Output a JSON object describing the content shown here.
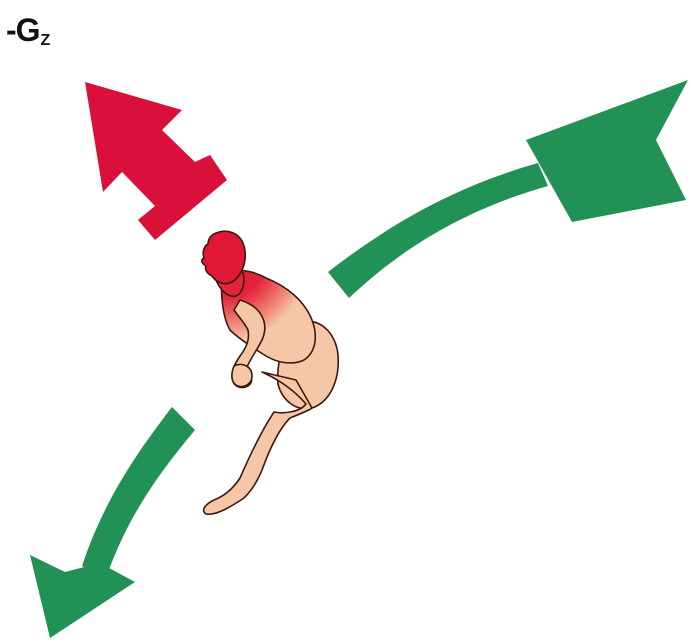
{
  "label": {
    "main": "-G",
    "subscript": "Z"
  },
  "colors": {
    "background": "#ffffff",
    "force_arrow": "#d8103a",
    "motion_arrow": "#229155",
    "skin": "#f5c7a6",
    "head_highlight": "#e31735",
    "outline": "#3a1a12",
    "label": "#111111"
  },
  "elements": {
    "force_arrow": "red-arrow-up-left",
    "motion_arrow_upper": "green-curved-arrow-upper-right",
    "motion_arrow_lower": "green-curved-arrow-lower-left",
    "figure": "seated-person-leaning-forward"
  }
}
